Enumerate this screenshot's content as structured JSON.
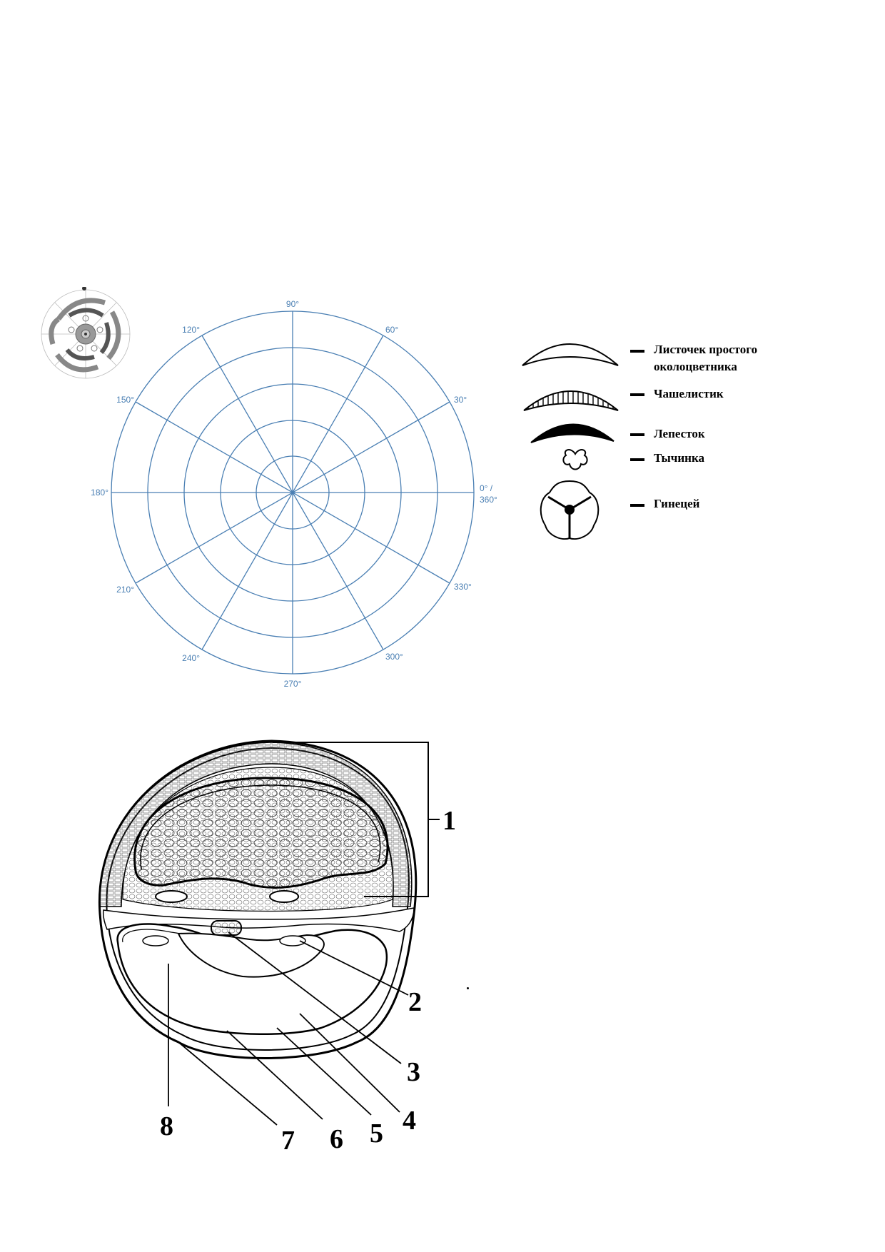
{
  "polar_grid": {
    "angle_labels": [
      "90°",
      "60°",
      "30°",
      "0° /",
      "360°",
      "330°",
      "300°",
      "270°",
      "240°",
      "210°",
      "180°",
      "150°",
      "120°"
    ],
    "line_color": "#4a7fb3"
  },
  "legend": {
    "items": [
      {
        "label_line1": "Листочек простого",
        "label_line2": "околоцветника"
      },
      {
        "label_line1": "Чашелистик"
      },
      {
        "label_line1": "Лепесток"
      },
      {
        "label_line1": "Тычинка"
      },
      {
        "label_line1": "Гинецей"
      }
    ]
  },
  "cross_section": {
    "callouts": [
      "1",
      "2",
      "3",
      "4",
      "5",
      "6",
      "7",
      "8"
    ]
  }
}
